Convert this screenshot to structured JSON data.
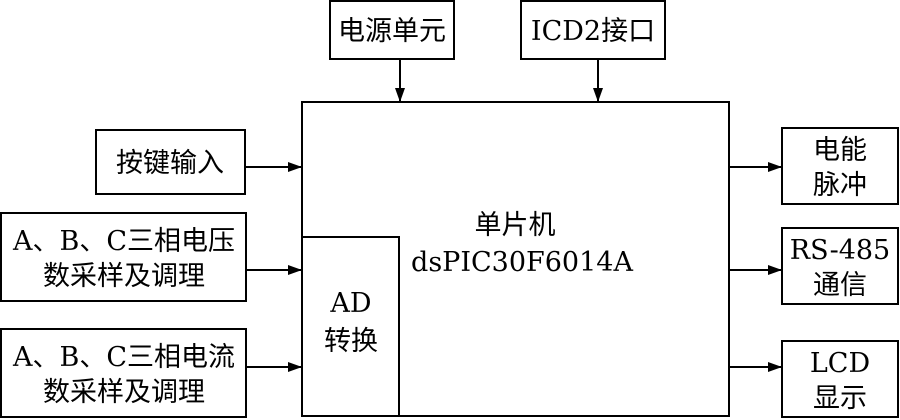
{
  "power_unit": {
    "label": "电源单元"
  },
  "icd2_interface": {
    "label": "ICD2接口"
  },
  "key_input": {
    "label": "按键输入"
  },
  "voltage_sampling": {
    "line1": "A、B、C三相电压",
    "line2": "数采样及调理"
  },
  "current_sampling": {
    "line1": "A、B、C三相电流",
    "line2": "数采样及调理"
  },
  "mcu": {
    "line1": "单片机",
    "line2": "dsPIC30F6014A"
  },
  "ad_converter": {
    "line1": "AD",
    "line2": "转换"
  },
  "energy_pulse": {
    "line1": "电能",
    "line2": "脉冲"
  },
  "rs485": {
    "line1": "RS-485",
    "line2": "通信"
  },
  "lcd": {
    "line1": "LCD",
    "line2": "显示"
  }
}
